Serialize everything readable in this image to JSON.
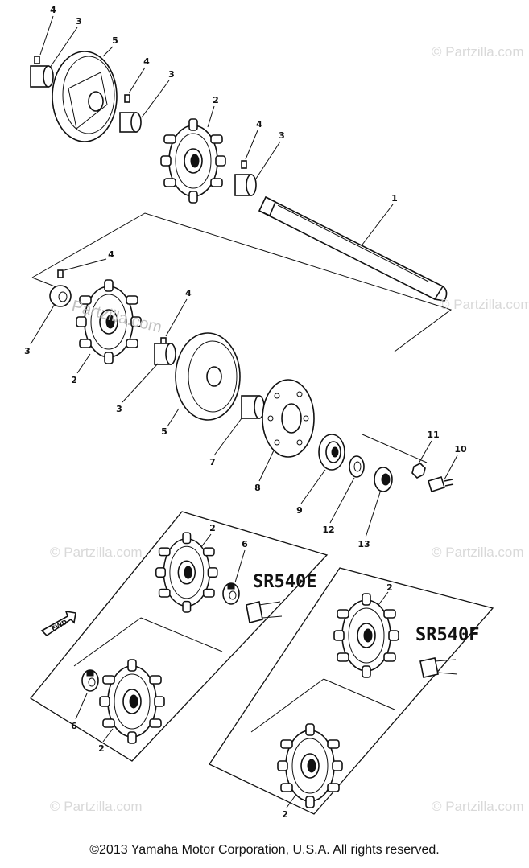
{
  "watermarks": {
    "corner": "© Partzilla.com",
    "center": "Partzilla.com"
  },
  "callouts": {
    "shaft": "1",
    "sprocket": "2",
    "collar": "3",
    "set_screw": "4",
    "idler_wheel": "5",
    "bushing": "7",
    "drive_flange": "8",
    "bearing": "9",
    "bolt": "10",
    "nut": "11",
    "washer": "12",
    "end_collar": "13",
    "clamp": "6"
  },
  "insets": {
    "left_model": "SR540E",
    "right_model": "SR540F"
  },
  "forward_arrow": {
    "label": "FWD"
  },
  "icons": [
    "forward-arrow-icon"
  ],
  "copyright": "©2013  Yamaha Motor Corporation, U.S.A. All rights reserved."
}
